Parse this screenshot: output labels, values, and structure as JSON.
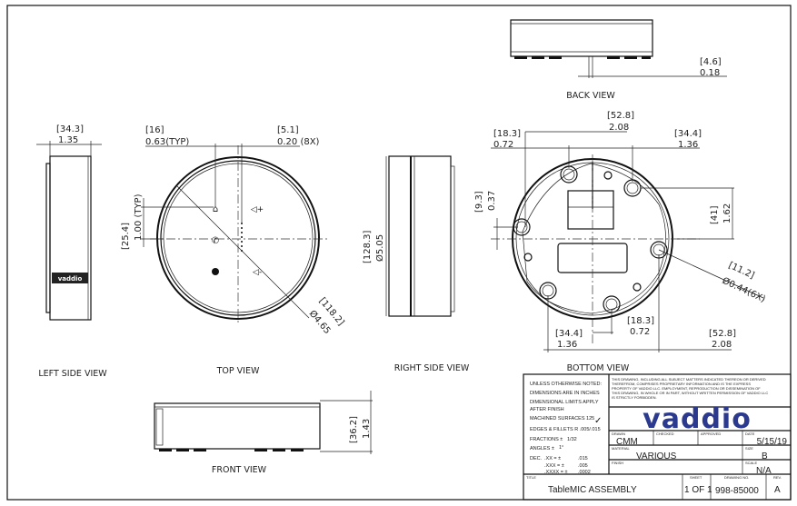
{
  "views": {
    "back": {
      "label": "BACK VIEW",
      "dims": [
        {
          "mm": "[4.6]",
          "in": "0.18"
        }
      ]
    },
    "left_side": {
      "label": "LEFT SIDE  VIEW",
      "dims": [
        {
          "mm": "[34.3]",
          "in": "1.35"
        }
      ],
      "logo_text": "vaddio"
    },
    "top": {
      "label": "TOP VIEW",
      "dims": [
        {
          "mm": "[16]",
          "in": "0.63(TYP)"
        },
        {
          "mm": "[5.1]",
          "in": "0.20 (8X)"
        },
        {
          "mm": "[25.4]",
          "in": "1.00 (TYP)"
        },
        {
          "mm": "[118.2]",
          "in": "Ø4.65"
        }
      ]
    },
    "right_side": {
      "label": "RIGHT SIDE VIEW",
      "dims": [
        {
          "mm": "[128.3]",
          "in": "Ø5.05"
        }
      ]
    },
    "bottom": {
      "label": "BOTTOM VIEW",
      "dims": [
        {
          "mm": "[18.3]",
          "in": "0.72"
        },
        {
          "mm": "[52.8]",
          "in": "2.08"
        },
        {
          "mm": "[34.4]",
          "in": "1.36"
        },
        {
          "mm": "[9.3]",
          "in": "0.37"
        },
        {
          "mm": "[41]",
          "in": "1.62"
        },
        {
          "mm": "[11.2]",
          "in": "Ø0.44(6X)"
        },
        {
          "mm": "[34.4]",
          "in": "1.36"
        },
        {
          "mm": "[18.3]",
          "in": "0.72"
        },
        {
          "mm": "[52.8]",
          "in": "2.08"
        }
      ]
    },
    "front": {
      "label": "FRONT VIEW",
      "dims": [
        {
          "mm": "[36.2]",
          "in": "1.43"
        }
      ]
    }
  },
  "title_block": {
    "notes": [
      "UNLESS OTHERWISE NOTED:",
      "DIMENSIONS ARE IN INCHES",
      "DIMENSIONAL LIMITS APPLY",
      "AFTER FINISH",
      "MACHINED SURFACES 125",
      "EDGES & FILLETS R .005/.015",
      "FRACTIONS ±",
      "1/32",
      "ANGLES ±",
      "1°",
      "DEC.",
      ".XX = ±",
      ".015",
      ".XXX = ±",
      ".005",
      ".XXXX = ±",
      ".0002"
    ],
    "disclaimer": [
      "THIS DRAWING, INCLUDING ALL SUBJECT MATTERS INDICATED THEREON OR DERIVED",
      "THEREFROM, COMPRISES PROPRIETARY INFORMATION AND IS THE EXPRESS",
      "PROPERTY OF VADDIO LLC.  EMPLOYMENT, REPRODUCTION OR DISSEMINATION OF",
      "THIS DRAWING, IN WHOLE OR IN PART, WITHOUT WRITTEN PERMISSION OF VADDIO LLC",
      "IS STRICTLY FORBIDDEN."
    ],
    "logo": "vaddio",
    "drawn_label": "DRAWN",
    "drawn": "CMM",
    "checked_label": "CHECKED",
    "approved_label": "APPROVED",
    "date_label": "DATE",
    "date": "5/15/19",
    "material_label": "MATERIAL",
    "material": "VARIOUS",
    "size_label": "SIZE",
    "size": "B",
    "finish_label": "FINISH",
    "scale_label": "SCALE",
    "scale": "N/A",
    "title_label": "TITLE",
    "title": "TableMIC ASSEMBLY",
    "sheet_label": "SHEET",
    "sheet": "1 OF 1",
    "drawing_no_label": "DRAWING NO.",
    "drawing_no": "998-85000",
    "rev_label": "REV.",
    "rev": "A"
  }
}
